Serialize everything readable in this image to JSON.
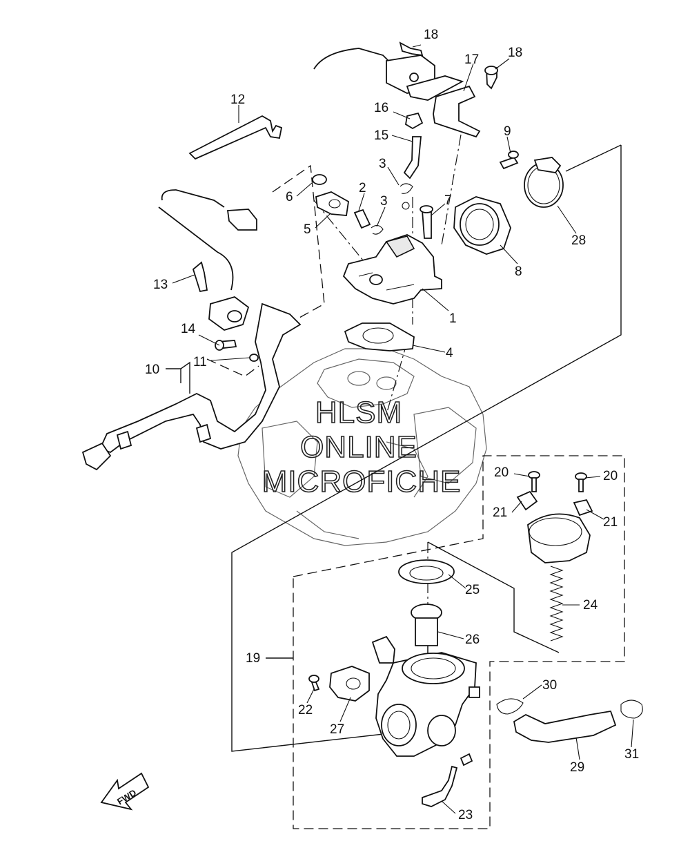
{
  "diagram": {
    "watermark": [
      "HLSM",
      "ONLINE",
      "MICROFICHE"
    ],
    "direction_label": "FWD",
    "callouts": [
      {
        "id": "c18a",
        "text": "18"
      },
      {
        "id": "c18b",
        "text": "18"
      },
      {
        "id": "c17",
        "text": "17"
      },
      {
        "id": "c16",
        "text": "16"
      },
      {
        "id": "c15",
        "text": "15"
      },
      {
        "id": "c12",
        "text": "12"
      },
      {
        "id": "c9",
        "text": "9"
      },
      {
        "id": "c3a",
        "text": "3"
      },
      {
        "id": "c2",
        "text": "2"
      },
      {
        "id": "c3b",
        "text": "3"
      },
      {
        "id": "c6",
        "text": "6"
      },
      {
        "id": "c5",
        "text": "5"
      },
      {
        "id": "c7",
        "text": "7"
      },
      {
        "id": "c28",
        "text": "28"
      },
      {
        "id": "c8",
        "text": "8"
      },
      {
        "id": "c13",
        "text": "13"
      },
      {
        "id": "c1",
        "text": "1"
      },
      {
        "id": "c14",
        "text": "14"
      },
      {
        "id": "c4",
        "text": "4"
      },
      {
        "id": "c10",
        "text": "10"
      },
      {
        "id": "c11",
        "text": "11"
      },
      {
        "id": "c20a",
        "text": "20"
      },
      {
        "id": "c20b",
        "text": "20"
      },
      {
        "id": "c21a",
        "text": "21"
      },
      {
        "id": "c21b",
        "text": "21"
      },
      {
        "id": "c25",
        "text": "25"
      },
      {
        "id": "c24",
        "text": "24"
      },
      {
        "id": "c26",
        "text": "26"
      },
      {
        "id": "c19",
        "text": "19"
      },
      {
        "id": "c30",
        "text": "30"
      },
      {
        "id": "c22",
        "text": "22"
      },
      {
        "id": "c27",
        "text": "27"
      },
      {
        "id": "c29",
        "text": "29"
      },
      {
        "id": "c31",
        "text": "31"
      },
      {
        "id": "c23",
        "text": "23"
      }
    ]
  }
}
